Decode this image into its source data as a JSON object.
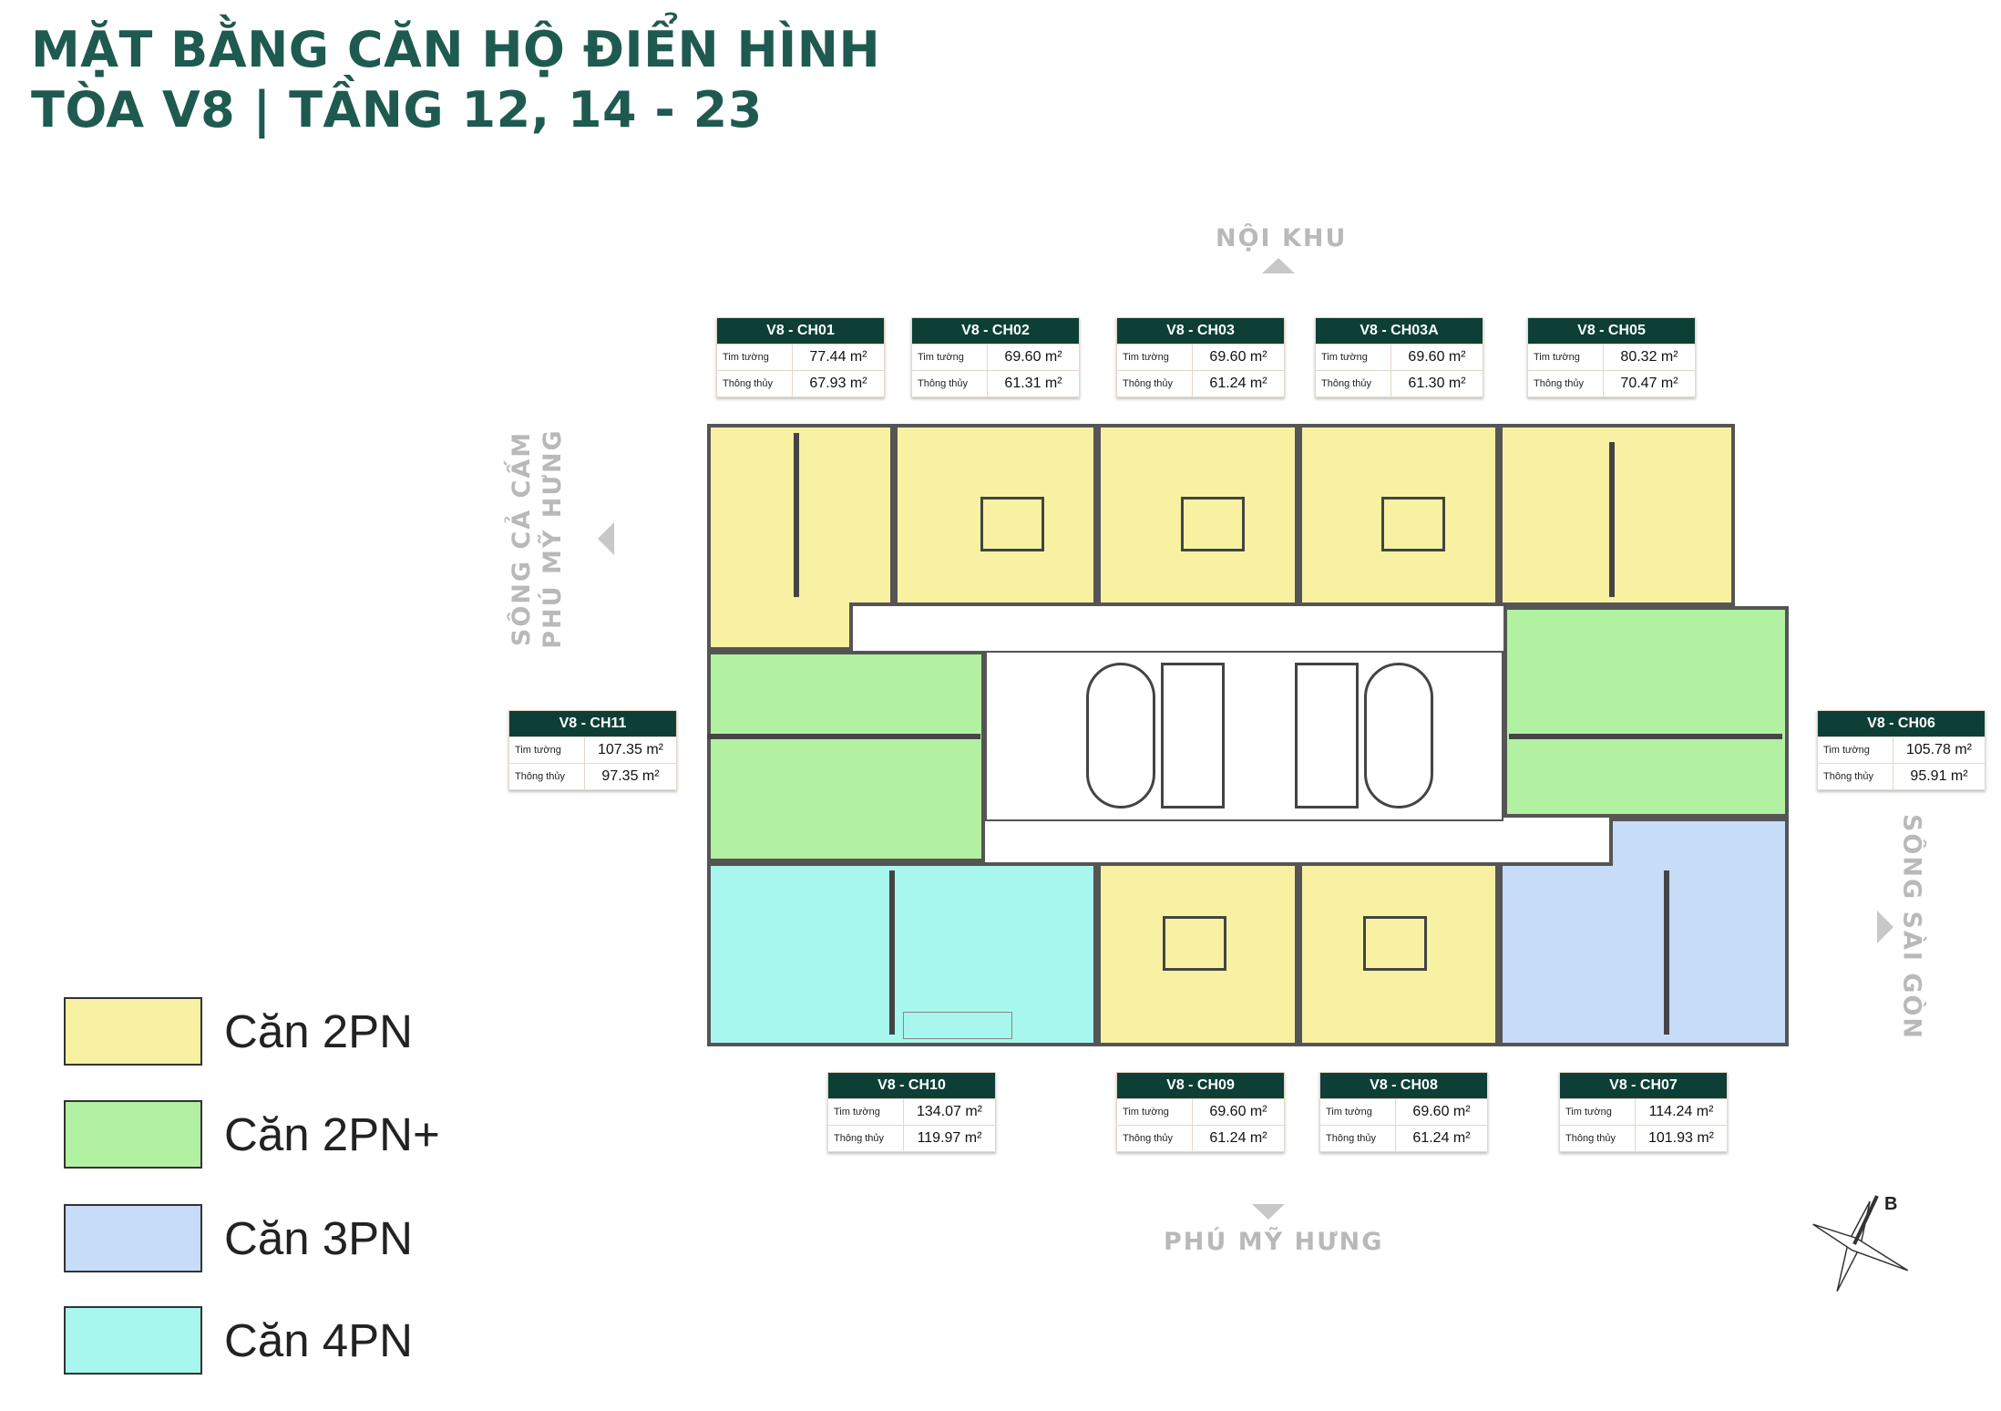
{
  "title": {
    "line1": "MẶT BẰNG CĂN HỘ ĐIỂN HÌNH",
    "line2": "TÒA V8 | TẦNG 12, 14 - 23"
  },
  "directions": {
    "top": "NỘI KHU",
    "bottom": "PHÚ MỸ HƯNG",
    "left_line1": "SÔNG CẢ CẤM",
    "left_line2": "PHÚ MỸ HƯNG",
    "right": "SÔNG SÀI GÒN"
  },
  "area_labels": {
    "wall": "Tim tường",
    "clear": "Thông thủy",
    "unit": "m²"
  },
  "units": [
    {
      "id": "V8 - CH01",
      "wall": "77.44 m²",
      "clear": "67.93 m²",
      "type": "2PN"
    },
    {
      "id": "V8 - CH02",
      "wall": "69.60 m²",
      "clear": "61.31 m²",
      "type": "2PN"
    },
    {
      "id": "V8 - CH03",
      "wall": "69.60 m²",
      "clear": "61.24 m²",
      "type": "2PN"
    },
    {
      "id": "V8 - CH03A",
      "wall": "69.60 m²",
      "clear": "61.30 m²",
      "type": "2PN"
    },
    {
      "id": "V8 - CH05",
      "wall": "80.32 m²",
      "clear": "70.47 m²",
      "type": "2PN"
    },
    {
      "id": "V8 - CH11",
      "wall": "107.35 m²",
      "clear": "97.35 m²",
      "type": "2PN+"
    },
    {
      "id": "V8 - CH06",
      "wall": "105.78 m²",
      "clear": "95.91 m²",
      "type": "2PN+"
    },
    {
      "id": "V8 - CH10",
      "wall": "134.07 m²",
      "clear": "119.97 m²",
      "type": "4PN"
    },
    {
      "id": "V8 - CH09",
      "wall": "69.60 m²",
      "clear": "61.24 m²",
      "type": "2PN"
    },
    {
      "id": "V8 - CH08",
      "wall": "69.60 m²",
      "clear": "61.24 m²",
      "type": "2PN"
    },
    {
      "id": "V8 - CH07",
      "wall": "114.24 m²",
      "clear": "101.93 m²",
      "type": "3PN"
    }
  ],
  "legend": [
    {
      "label": "Căn 2PN",
      "color": "#f8f1a2"
    },
    {
      "label": "Căn 2PN+",
      "color": "#b2f0a2"
    },
    {
      "label": "Căn 3PN",
      "color": "#c6dcf8"
    },
    {
      "label": "Căn 4PN",
      "color": "#a8f7ee"
    }
  ],
  "compass": {
    "north_letter": "B"
  }
}
